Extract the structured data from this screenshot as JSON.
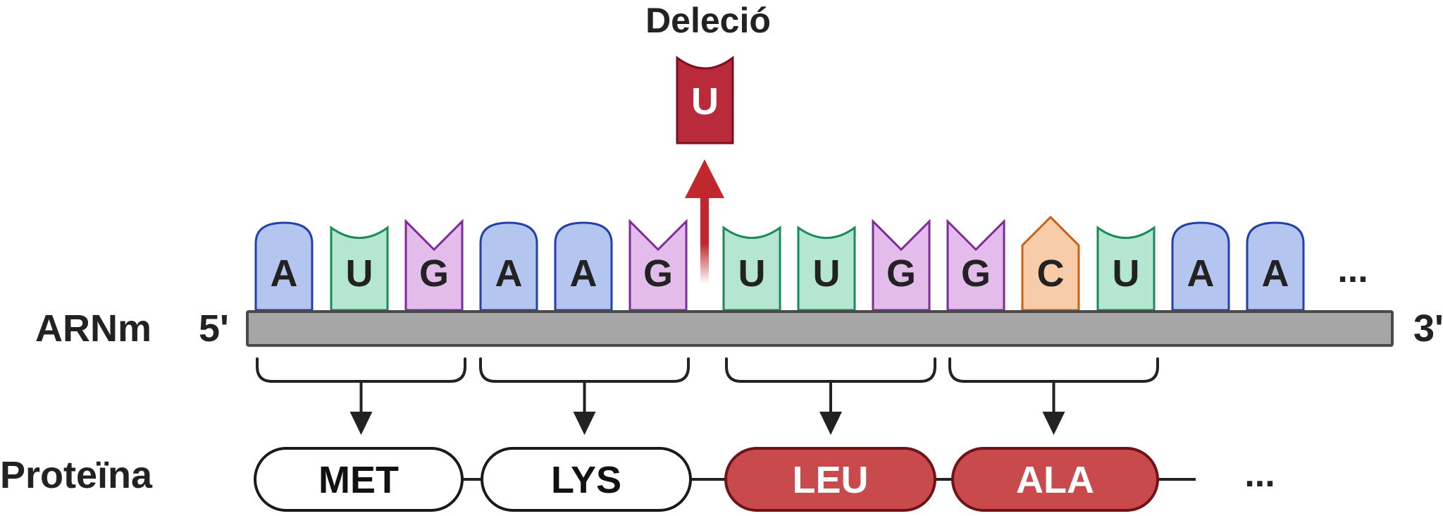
{
  "deletion": {
    "label": "Deleció",
    "base": "U",
    "type": "U",
    "arrow_color": "#c0282e"
  },
  "labels": {
    "mrna": "ARNm",
    "five_prime": "5'",
    "three_prime": "3'",
    "protein": "Proteïna",
    "mrna_ellipsis": "...",
    "protein_ellipsis": "..."
  },
  "bases": [
    {
      "letter": "A",
      "type": "A"
    },
    {
      "letter": "U",
      "type": "U"
    },
    {
      "letter": "G",
      "type": "G"
    },
    {
      "letter": "A",
      "type": "A"
    },
    {
      "letter": "A",
      "type": "A"
    },
    {
      "letter": "G",
      "type": "G"
    },
    {
      "letter": "U",
      "type": "U"
    },
    {
      "letter": "U",
      "type": "U"
    },
    {
      "letter": "G",
      "type": "G"
    },
    {
      "letter": "G",
      "type": "G"
    },
    {
      "letter": "C",
      "type": "C"
    },
    {
      "letter": "U",
      "type": "U"
    },
    {
      "letter": "A",
      "type": "A"
    },
    {
      "letter": "A",
      "type": "A"
    }
  ],
  "codons": [
    {
      "name": "MET",
      "mutated": false
    },
    {
      "name": "LYS",
      "mutated": false
    },
    {
      "name": "LEU",
      "mutated": true
    },
    {
      "name": "ALA",
      "mutated": true
    }
  ],
  "colors": {
    "A": {
      "fill": "#b4c6f0",
      "stroke": "#2140a8"
    },
    "U": {
      "fill": "#b4e6d2",
      "stroke": "#1a8a5a"
    },
    "G": {
      "fill": "#e4bcec",
      "stroke": "#7e2a9a"
    },
    "C": {
      "fill": "#f8cca8",
      "stroke": "#c4621a"
    },
    "deleted": {
      "fill": "#b82a3c",
      "stroke": "#7a1020"
    },
    "backbone_fill": "#a6a6a6",
    "backbone_stroke": "#4a4a4a",
    "protein_normal_fill": "#ffffff",
    "protein_normal_stroke": "#1a1a1a",
    "protein_mutated_fill": "#c84a4c",
    "protein_mutated_stroke": "#6e1418",
    "text": "#222222"
  }
}
